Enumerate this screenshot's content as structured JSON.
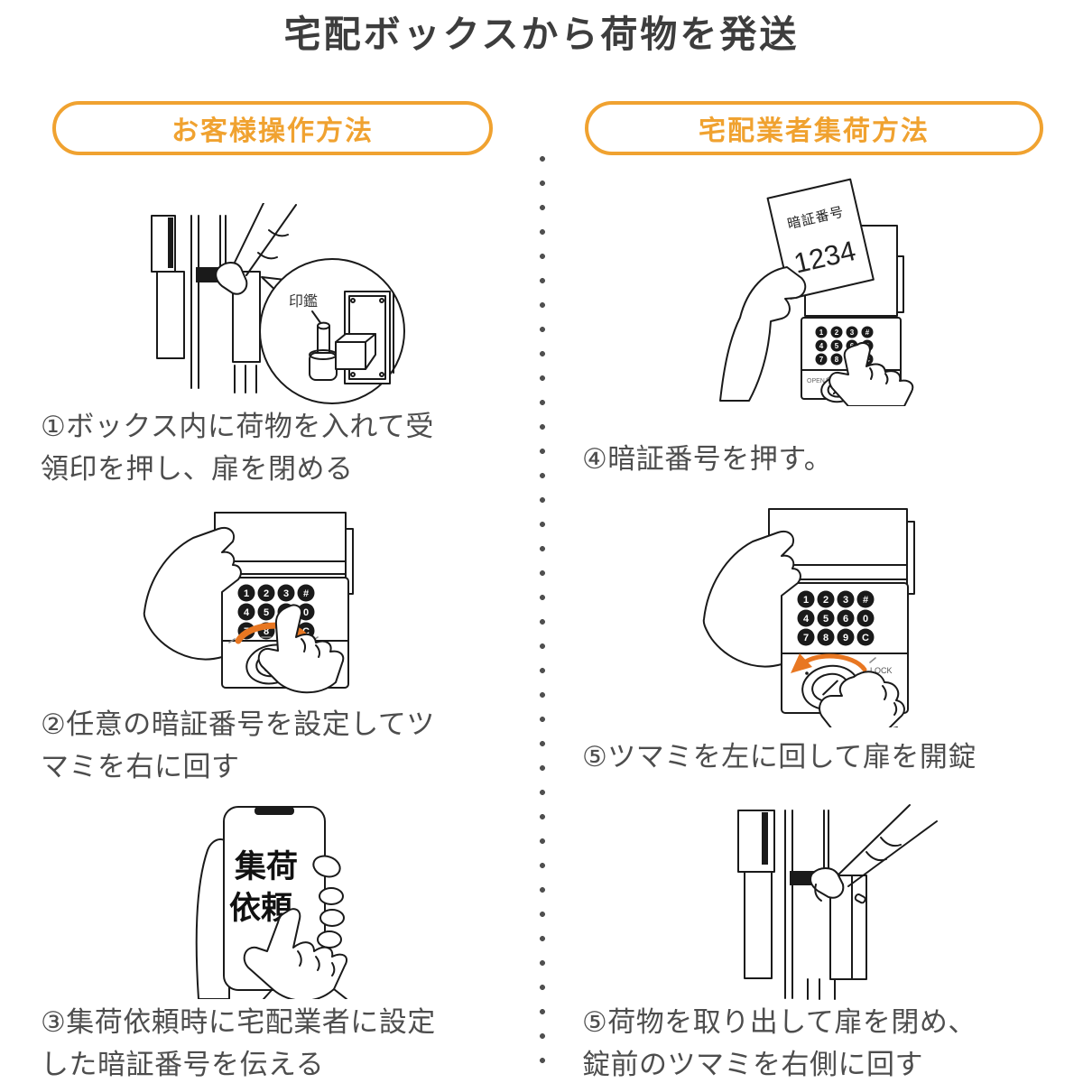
{
  "title": "宅配ボックスから荷物を発送",
  "colors": {
    "accent": "#F0A230",
    "arrow": "#E87722",
    "ink": "#1a1a1a",
    "text": "#4d4d4d",
    "title": "#3d3d3d",
    "divider-dot": "#4f4f4f"
  },
  "left_column": {
    "header": "お客様操作方法",
    "steps": [
      "①ボックス内に荷物を入れて受\n領印を押し、扉を閉める",
      "②任意の暗証番号を設定してツ\nマミを右に回す",
      "③集荷依頼時に宅配業者に設定\nした暗証番号を伝える"
    ]
  },
  "right_column": {
    "header": "宅配業者集荷方法",
    "steps": [
      "④暗証番号を押す。",
      "⑤ツマミを左に回して扉を開錠",
      "⑤荷物を取り出して扉を閉め、\n錠前のツマミを右側に回す"
    ]
  },
  "illustrations": {
    "stamp_label": "印鑑",
    "phone_screen": [
      "集荷",
      "依頼"
    ],
    "paper_label": "暗証番号",
    "paper_code": "1234",
    "knob_lock_label": "LOCK",
    "knob_open_label": "OPEN",
    "keypad_keys": [
      "1",
      "2",
      "3",
      "#",
      "4",
      "5",
      "6",
      "0",
      "7",
      "8",
      "9",
      "C"
    ]
  }
}
